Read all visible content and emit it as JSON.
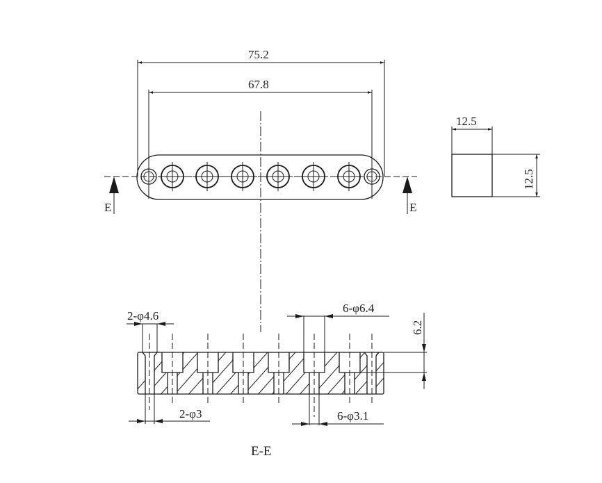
{
  "drawing": {
    "top_view": {
      "overall_length_label": "75.2",
      "hole_pitch_span_label": "67.8",
      "section_marker_left": "E",
      "section_marker_right": "E",
      "counterbored_hole_count": 6,
      "through_hole_count": 2
    },
    "side_view": {
      "width_label": "12.5",
      "height_label": "12.5"
    },
    "section_view": {
      "title": "E-E",
      "end_hole_counterbore_label": "2-φ4.6",
      "end_hole_through_label": "2-φ3",
      "counterbore_label": "6-φ6.4",
      "through_hole_label": "6-φ3.1",
      "counterbore_depth_label": "6.2"
    }
  },
  "colors": {
    "line": "#1a1a1a",
    "text": "#222222",
    "background": "#ffffff"
  }
}
